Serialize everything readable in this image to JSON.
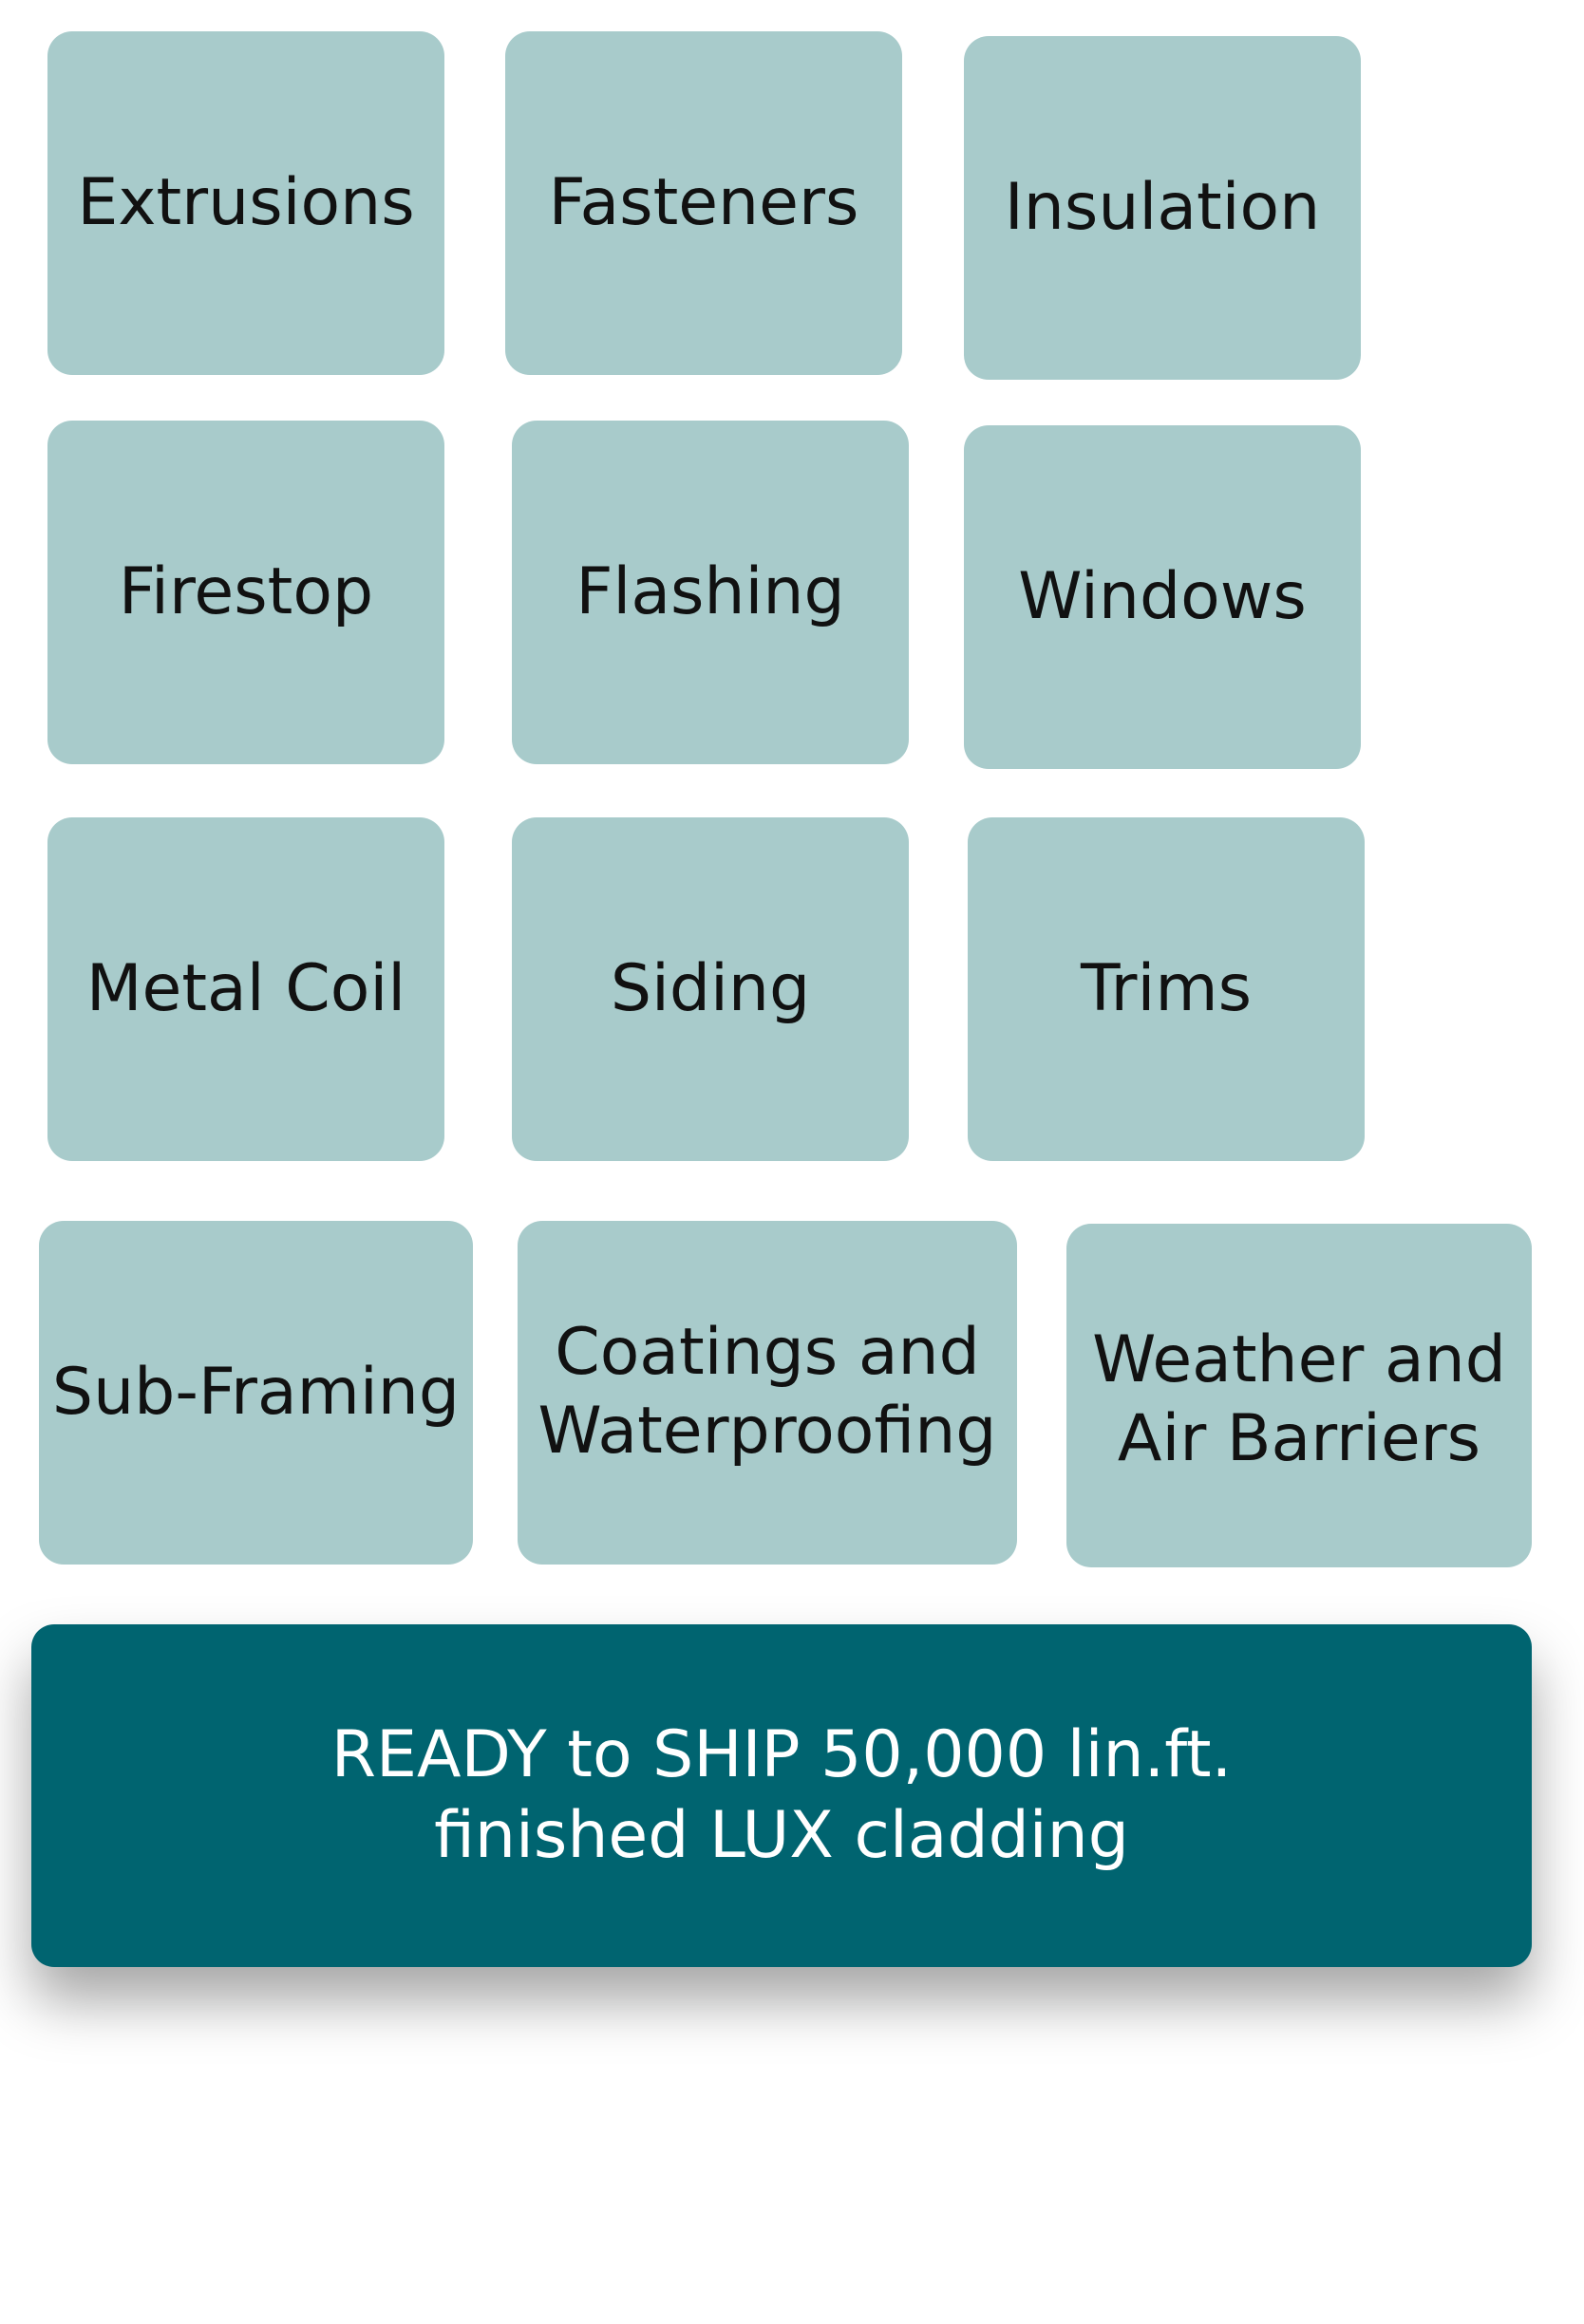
{
  "tiles": [
    {
      "label": "Extrusions"
    },
    {
      "label": "Fasteners"
    },
    {
      "label": "Insulation"
    },
    {
      "label": "Firestop"
    },
    {
      "label": "Flashing"
    },
    {
      "label": "Windows"
    },
    {
      "label": "Metal Coil"
    },
    {
      "label": "Siding"
    },
    {
      "label": "Trims"
    },
    {
      "label": "Sub-Framing"
    },
    {
      "label_line1": "Coatings and",
      "label_line2": "Waterproofing"
    },
    {
      "label_line1": "Weather and",
      "label_line2": "Air Barriers"
    }
  ],
  "banner": {
    "line1": "READY to SHIP 50,000 lin.ft.",
    "line2": "finished LUX cladding"
  },
  "colors": {
    "tile_fill": "#a8cbcb",
    "banner_fill": "#006470",
    "tile_text": "#111111",
    "banner_text": "#ffffff"
  }
}
